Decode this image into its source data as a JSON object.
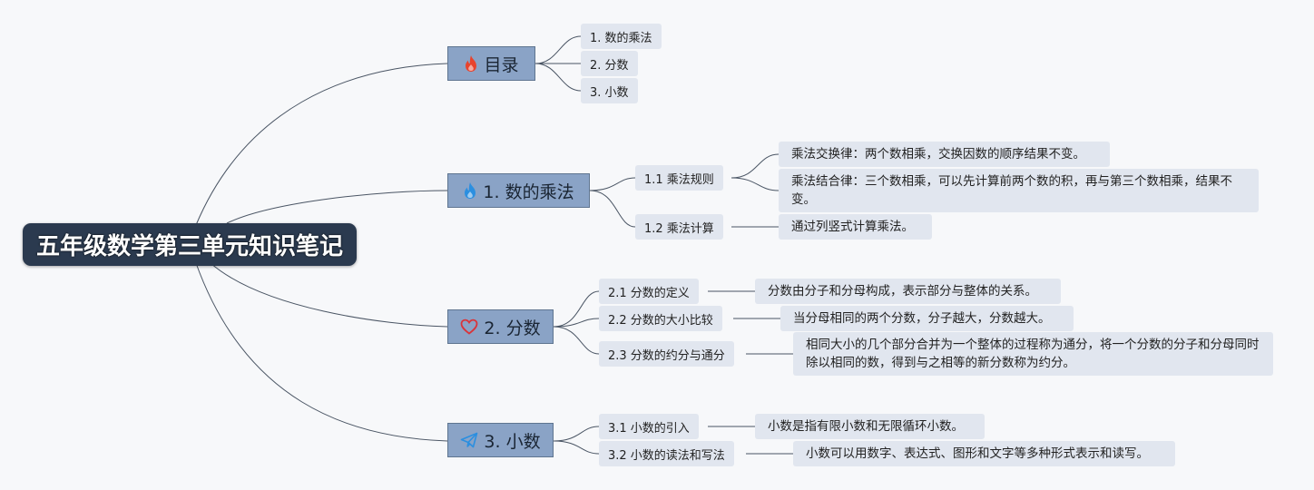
{
  "root": {
    "title": "五年级数学第三单元知识笔记"
  },
  "toc": {
    "label": "目录",
    "icon": "fire-icon",
    "icon_color": "#e8432d",
    "items": [
      "1. 数的乘法",
      "2. 分数",
      "3. 小数"
    ]
  },
  "multiplication": {
    "label": "1. 数的乘法",
    "icon": "fire-icon",
    "icon_color": "#2b8fe0",
    "subs": [
      {
        "label": "1.1 乘法规则",
        "notes": [
          "乘法交换律：两个数相乘，交换因数的顺序结果不变。",
          "乘法结合律：三个数相乘，可以先计算前两个数的积，再与第三个数相乘，结果不变。"
        ]
      },
      {
        "label": "1.2 乘法计算",
        "notes": [
          "通过列竖式计算乘法。"
        ]
      }
    ]
  },
  "fractions": {
    "label": "2. 分数",
    "icon": "heart-icon",
    "icon_color": "#d9343a",
    "subs": [
      {
        "label": "2.1 分数的定义",
        "note": "分数由分子和分母构成，表示部分与整体的关系。"
      },
      {
        "label": "2.2 分数的大小比较",
        "note": "当分母相同的两个分数，分子越大，分数越大。"
      },
      {
        "label": "2.3 分数的约分与通分",
        "note": "相同大小的几个部分合并为一个整体的过程称为通分，将一个分数的分子和分母同时除以相同的数，得到与之相等的新分数称为约分。"
      }
    ]
  },
  "decimals": {
    "label": "3. 小数",
    "icon": "paper-plane-icon",
    "icon_color": "#2b8fe0",
    "subs": [
      {
        "label": "3.1 小数的引入",
        "note": "小数是指有限小数和无限循环小数。"
      },
      {
        "label": "3.2 小数的读法和写法",
        "note": "小数可以用数字、表达式、图形和文字等多种形式表示和读写。"
      }
    ]
  }
}
